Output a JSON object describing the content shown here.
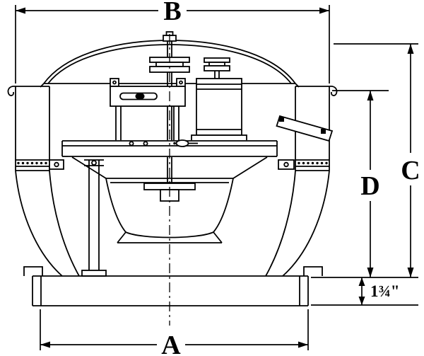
{
  "labels": {
    "a": "A",
    "b": "B",
    "c": "C",
    "d": "D",
    "base_height": "1¾\""
  },
  "style": {
    "line_color": "#000000",
    "background": "#ffffff"
  }
}
